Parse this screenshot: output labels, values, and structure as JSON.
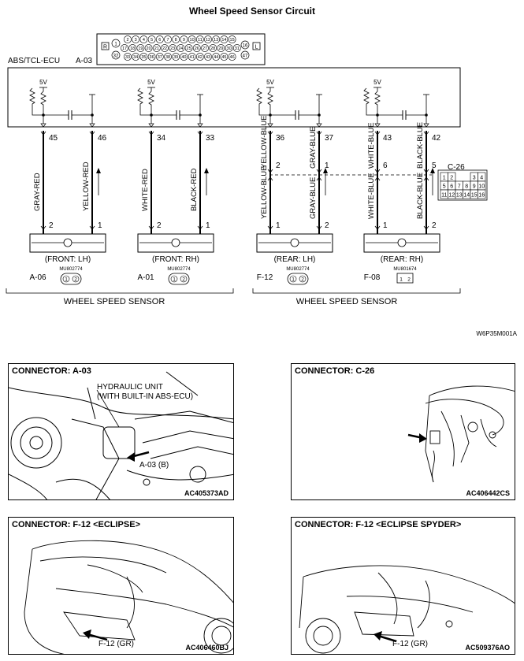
{
  "title": "Wheel Speed Sensor Circuit",
  "ecu": {
    "label": "ABS/TCL-ECU",
    "connector": "A-03",
    "pins_row1": [
      "2",
      "3",
      "4",
      "5",
      "6",
      "7",
      "8",
      "9",
      "10",
      "11",
      "12",
      "13",
      "14",
      "15"
    ],
    "pins_row2": [
      "17",
      "18",
      "19",
      "20",
      "21",
      "22",
      "23",
      "24",
      "25",
      "26",
      "27",
      "28",
      "29",
      "30",
      "31"
    ],
    "pins_row3": [
      "33",
      "34",
      "35",
      "36",
      "37",
      "38",
      "39",
      "40",
      "41",
      "42",
      "43",
      "44",
      "45",
      "46"
    ],
    "pin_left_top": "1",
    "pin_left_bottom": "32",
    "pin_right_top": "16",
    "pin_right_bottom": "47",
    "marker_left": "R",
    "marker_right": "L",
    "voltage": "5V"
  },
  "channels": [
    {
      "pin_a": "45",
      "pin_b": "46",
      "wire_a": "GRAY-RED",
      "wire_b": "YELLOW-RED",
      "sensor_pin_a": "2",
      "sensor_pin_b": "1",
      "sensor": "(FRONT: LH)",
      "connector": "A-06",
      "part": "MU802774"
    },
    {
      "pin_a": "34",
      "pin_b": "33",
      "wire_a": "WHITE-RED",
      "wire_b": "BLACK-RED",
      "sensor_pin_a": "2",
      "sensor_pin_b": "1",
      "sensor": "(FRONT: RH)",
      "connector": "A-01",
      "part": "MU802774"
    },
    {
      "pin_a": "36",
      "pin_b": "37",
      "wire_a": "YELLOW-BLUE",
      "wire_b": "GRAY-BLUE",
      "mid_pin_a": "2",
      "mid_pin_b": "1",
      "wire_a_low": "YELLOW-BLUE",
      "wire_b_low": "GRAY-BLUE",
      "sensor_pin_a": "1",
      "sensor_pin_b": "2",
      "sensor": "(REAR: LH)",
      "connector": "F-12",
      "part": "MU802774"
    },
    {
      "pin_a": "43",
      "pin_b": "42",
      "wire_a": "WHITE-BLUE",
      "wire_b": "BLACK-BLUE",
      "mid_pin_a": "6",
      "mid_pin_b": "5",
      "wire_a_low": "WHITE-BLUE",
      "wire_b_low": "BLACK-BLUE",
      "sensor_pin_a": "1",
      "sensor_pin_b": "2",
      "sensor": "(REAR: RH)",
      "connector": "F-08",
      "part": "MU801674"
    }
  ],
  "intermediate_connector": {
    "name": "C-26",
    "row1": [
      "1",
      "2",
      "",
      "3",
      "4"
    ],
    "row2": [
      "5",
      "6",
      "7",
      "8",
      "9",
      "10"
    ],
    "row3": [
      "11",
      "12",
      "13",
      "14",
      "15",
      "16"
    ]
  },
  "group_labels": [
    "WHEEL SPEED SENSOR",
    "WHEEL SPEED SENSOR"
  ],
  "diagram_code": "W6P35M001A",
  "connector_pins": {
    "two_pin": [
      "1",
      "2"
    ]
  },
  "panels": [
    {
      "title": "CONNECTOR: A-03",
      "callout_1": "HYDRAULIC UNIT",
      "callout_2": "(WITH BUILT-IN ABS-ECU)",
      "arrow_label": "A-03 (B)",
      "code": "AC405373AD"
    },
    {
      "title": "CONNECTOR: C-26",
      "code": "AC406442CS"
    },
    {
      "title": "CONNECTOR: F-12 <ECLIPSE>",
      "arrow_label": "F-12 (GR)",
      "code": "AC406460BJ"
    },
    {
      "title": "CONNECTOR: F-12 <ECLIPSE SPYDER>",
      "arrow_label": "F-12 (GR)",
      "code": "AC509376AO"
    }
  ]
}
